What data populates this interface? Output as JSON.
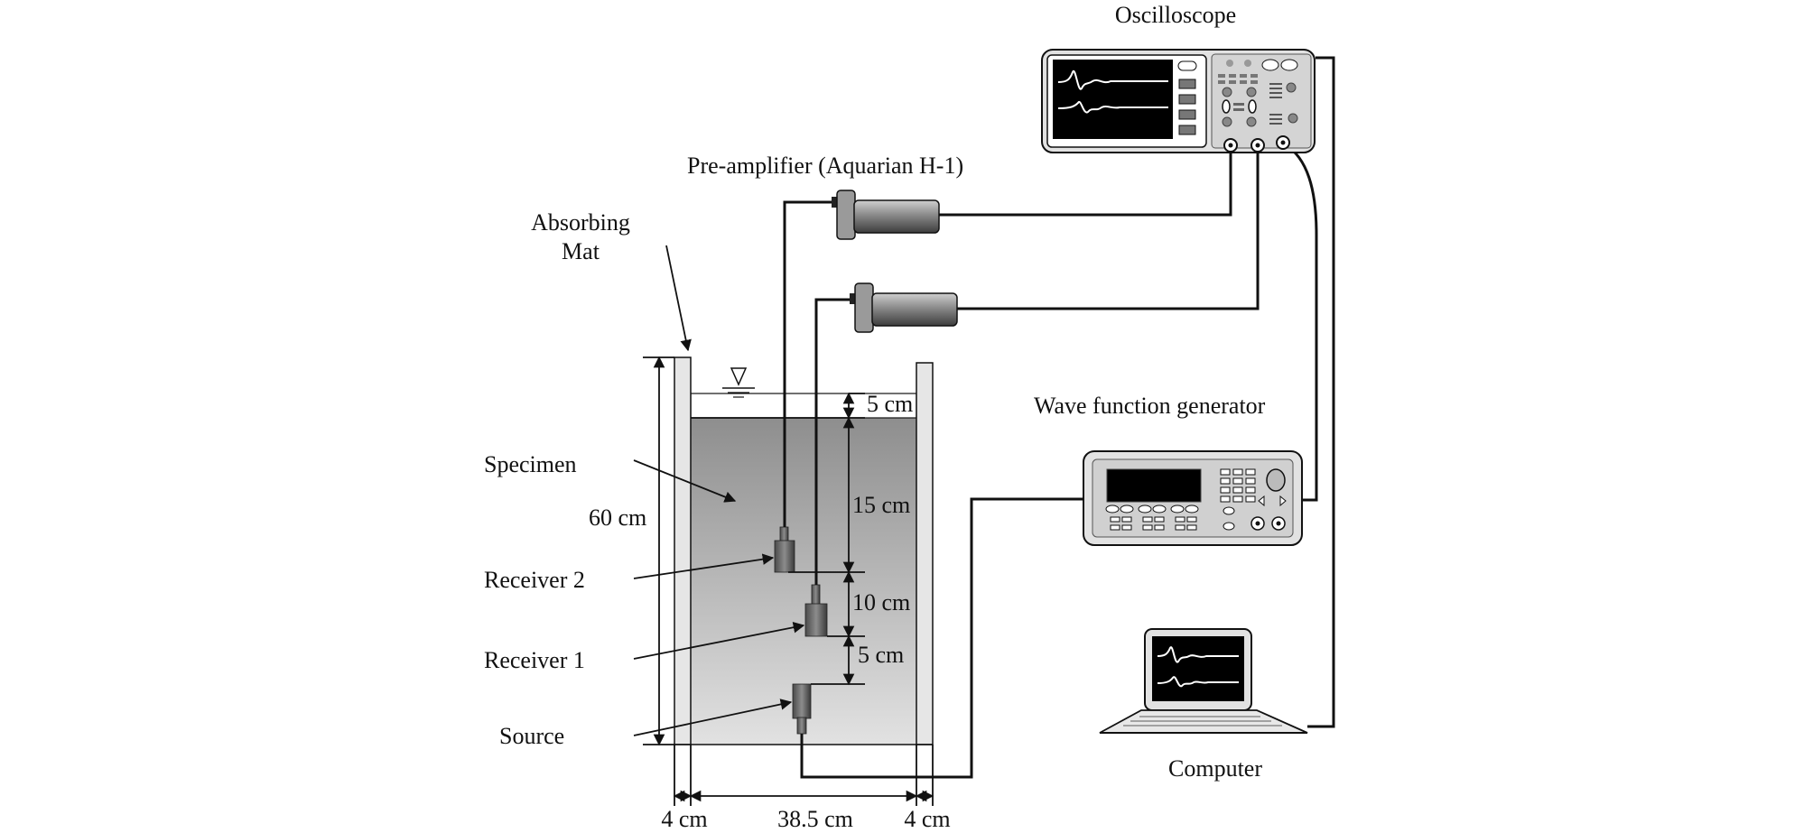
{
  "labels": {
    "oscilloscope": "Oscilloscope",
    "preamp": "Pre-amplifier (Aquarian H-1)",
    "absorbing_mat_line1": "Absorbing",
    "absorbing_mat_line2": "Mat",
    "specimen": "Specimen",
    "receiver2": "Receiver 2",
    "receiver1": "Receiver 1",
    "source": "Source",
    "wave_generator": "Wave function generator",
    "computer": "Computer"
  },
  "dimensions": {
    "height_total": "60 cm",
    "water_gap": "5 cm",
    "to_receiver2": "15 cm",
    "receiver_spacing": "10 cm",
    "receiver1_to_source": "5 cm",
    "wall_left": "4 cm",
    "inner_width": "38.5 cm",
    "wall_right": "4 cm"
  },
  "colors": {
    "line": "#111111",
    "specimen_top": "#8e8e8e",
    "specimen_bottom": "#e2e2e2",
    "panel": "#d9d9d9",
    "screen": "#000000",
    "trace": "#ffffff"
  }
}
